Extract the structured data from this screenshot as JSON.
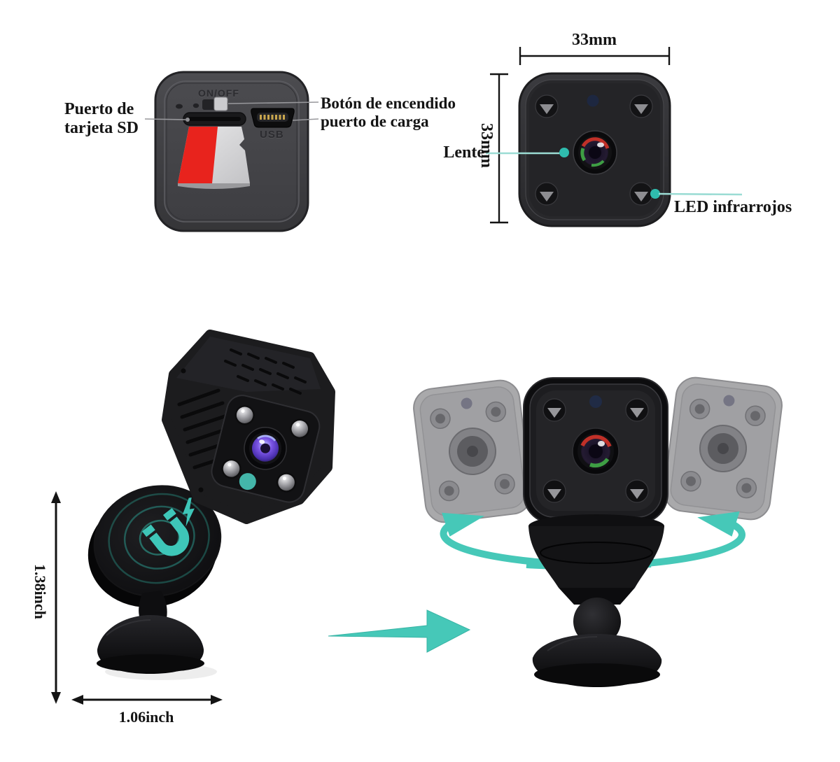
{
  "back_view": {
    "sd_label_line1": "Puerto de",
    "sd_label_line2": "tarjeta SD",
    "power_label": "Botón de encendido",
    "charge_label": "puerto de carga",
    "engraved_onoff": "ON/OFF",
    "engraved_usb": "USB"
  },
  "front_view": {
    "dim_width": "33mm",
    "dim_height": "33mm",
    "lens_label": "Lente",
    "led_label": "LED infrarrojos"
  },
  "mount_view": {
    "dim_height": "1.38inch",
    "dim_width": "1.06inch"
  },
  "colors": {
    "accent_teal": "#46c8b8",
    "callout_teal_line": "#9bdcd4",
    "sd_card_red": "#e8231d",
    "annotation_gray": "#98989c",
    "label_black": "#141414"
  },
  "icons": {
    "magnet": "magnet-icon",
    "lightning": "lightning-bolt-icon",
    "rotation": "rotation-arrows-icon",
    "direction": "right-arrow-icon"
  }
}
